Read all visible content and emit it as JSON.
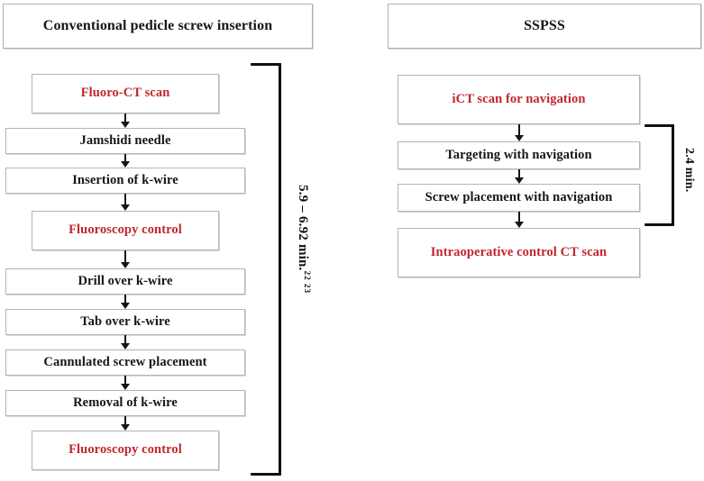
{
  "figure": {
    "type": "flowchart-comparison",
    "columns": [
      {
        "id": "conventional",
        "header": "Conventional pedicle screw insertion",
        "duration_label": "5.9 – 6.92 min.",
        "duration_refs": [
          "22",
          "23"
        ],
        "steps": [
          {
            "label": "Fluoro-CT scan",
            "highlight": "red"
          },
          {
            "label": "Jamshidi needle",
            "highlight": "black"
          },
          {
            "label": "Insertion of k-wire",
            "highlight": "black"
          },
          {
            "label": "Fluoroscopy control",
            "highlight": "red"
          },
          {
            "label": "Drill over k-wire",
            "highlight": "black"
          },
          {
            "label": "Tab over k-wire",
            "highlight": "black"
          },
          {
            "label": "Cannulated screw placement",
            "highlight": "black"
          },
          {
            "label": "Removal of k-wire",
            "highlight": "black"
          },
          {
            "label": "Fluoroscopy control",
            "highlight": "red"
          }
        ]
      },
      {
        "id": "sspss",
        "header": "SSPSS",
        "duration_label": "2.4 min.",
        "duration_refs": [],
        "steps": [
          {
            "label": "iCT scan for navigation",
            "highlight": "red"
          },
          {
            "label": "Targeting with navigation",
            "highlight": "black"
          },
          {
            "label": "Screw placement with navigation",
            "highlight": "black"
          },
          {
            "label": "Intraoperative control CT scan",
            "highlight": "red"
          }
        ]
      }
    ],
    "colors": {
      "highlight_red": "#C0272D",
      "text_black": "#161616",
      "box_border": "#b5b5b5",
      "bracket": "#101010"
    }
  }
}
